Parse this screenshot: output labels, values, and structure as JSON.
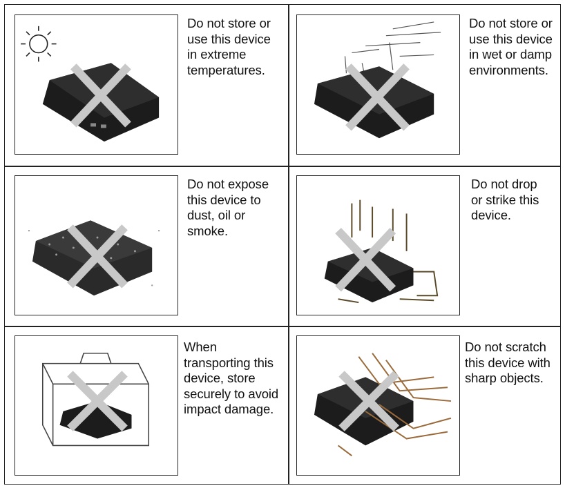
{
  "panels": [
    {
      "id": "temperature",
      "caption": "Do not store or\nuse this device\nin extreme\ntemperatures.",
      "icon": "sun-icon"
    },
    {
      "id": "moisture",
      "caption": "Do not store or\nuse this device\nin wet or damp\nenvironments.",
      "icon": "rain-icon"
    },
    {
      "id": "dust",
      "caption": "Do not expose\nthis device to\ndust, oil or\nsmoke.",
      "icon": "dust-icon"
    },
    {
      "id": "drop",
      "caption": "Do not drop\nor strike this\ndevice.",
      "icon": "impact-icon"
    },
    {
      "id": "transport",
      "caption": "When\ntransporting this\ndevice, store\nsecurely to avoid\nimpact damage.",
      "icon": "case-icon"
    },
    {
      "id": "scratch",
      "caption": "Do not scratch\nthis device with\nsharp objects.",
      "icon": "scratch-icon"
    }
  ],
  "colors": {
    "device": "#1c1c1c",
    "cross": "#c8c8c8",
    "border": "#222222",
    "scratch": "#9a6a3a"
  }
}
